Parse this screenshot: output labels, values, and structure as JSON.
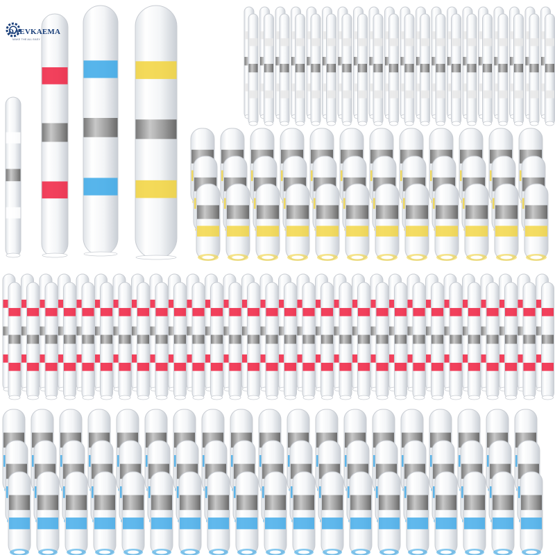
{
  "brand": {
    "name": "DAEVKAEMA",
    "tagline": "MAKE THE ALL EASY"
  },
  "products": {
    "large_connectors": [
      {
        "band_color": "#f02040",
        "name": "small-clear-connector"
      },
      {
        "band_color": "#f02040",
        "name": "red-connector"
      },
      {
        "band_color": "#3aa8e8",
        "name": "blue-connector"
      },
      {
        "band_color": "#f2d43c",
        "name": "yellow-connector"
      }
    ],
    "groups": [
      {
        "name": "white-connector-group",
        "band_color": "#e8e8e8"
      },
      {
        "name": "yellow-connector-group",
        "band_color": "#f2d43c"
      },
      {
        "name": "red-connector-group",
        "band_color": "#f02040"
      },
      {
        "name": "blue-connector-group",
        "band_color": "#3aa8e8"
      }
    ]
  },
  "colors": {
    "solder": "#9a9a9a",
    "tube_edge": "#c8ccd2"
  }
}
